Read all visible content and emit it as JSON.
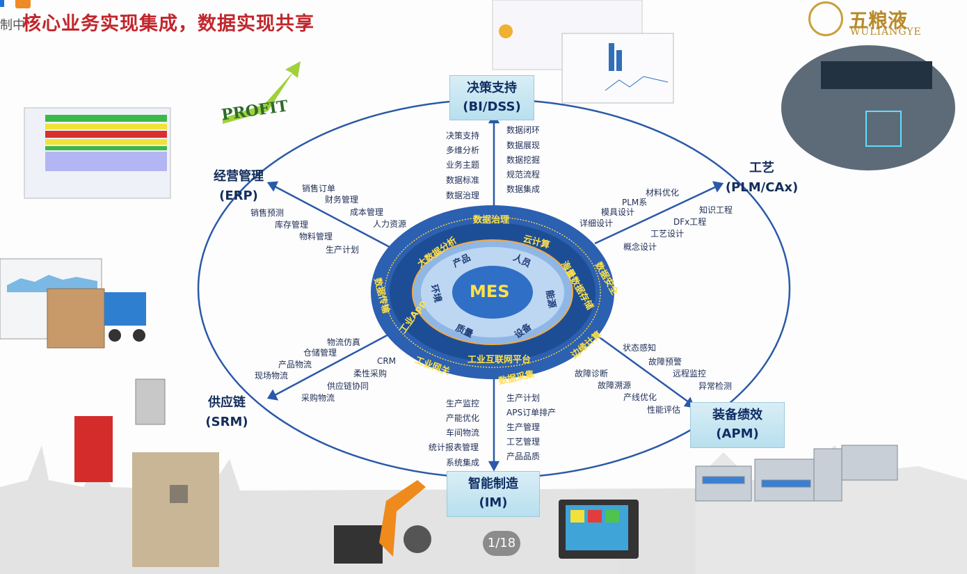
{
  "title": "核心业务实现集成，数据实现共享",
  "corner_text": "制中",
  "logo": {
    "cn": "五粮液",
    "en": "WULIANGYE"
  },
  "pager": "1/18",
  "nodes": {
    "bi": {
      "title": "决策支持",
      "sub": "(BI/DSS)"
    },
    "erp": {
      "title": "经营管理",
      "sub": "(ERP)"
    },
    "plm": {
      "title": "工艺",
      "sub": "(PLM/CAx)"
    },
    "srm": {
      "title": "供应链",
      "sub": "(SRM)"
    },
    "apm": {
      "title": "装备绩效",
      "sub": "(APM)"
    },
    "im": {
      "title": "智能制造",
      "sub": "(IM)"
    }
  },
  "bi_left": [
    "决策支持",
    "多维分析",
    "业务主题",
    "数据标准",
    "数据治理"
  ],
  "bi_right": [
    "数据闭环",
    "数据展现",
    "数据挖掘",
    "规范流程",
    "数据集成"
  ],
  "erp_items": [
    "销售订单",
    "财务管理",
    "销售预测",
    "成本管理",
    "库存管理",
    "人力资源",
    "物料管理",
    "生产计划"
  ],
  "plm_items": [
    "材料优化",
    "PLM系",
    "模具设计",
    "知识工程",
    "DFx工程",
    "详细设计",
    "工艺设计",
    "概念设计"
  ],
  "srm_items": [
    "物流仿真",
    "仓储管理",
    "CRM",
    "产品物流",
    "柔性采购",
    "现场物流",
    "供应链协同",
    "采购物流"
  ],
  "apm_items": [
    "状态感知",
    "故障预警",
    "故障诊断",
    "远程监控",
    "故障溯源",
    "异常检测",
    "产线优化",
    "性能评估"
  ],
  "im_left": [
    "生产监控",
    "产能优化",
    "车间物流",
    "统计报表管理",
    "系统集成"
  ],
  "im_right": [
    "生产计划",
    "APS订单排产",
    "生产管理",
    "工艺管理",
    "产品品质"
  ],
  "outer_ring": [
    "数据治理",
    "云计算",
    "数据安全",
    "边缘计算",
    "数据采集",
    "工业网关",
    "数据传输"
  ],
  "middle_ring": [
    "大数据分析",
    "海量数据存储",
    "工业互联网平台",
    "工业App"
  ],
  "inner_ring": [
    "产品",
    "人员",
    "能源",
    "设备",
    "质量",
    "环境"
  ],
  "center": "MES",
  "profit_text": "PROFIT",
  "colors": {
    "title": "#c0262c",
    "ring_outer": "#2a5fae",
    "ring_text": "#ffe14a",
    "box": "#c8e6f2",
    "node_text": "#0f2e64"
  }
}
